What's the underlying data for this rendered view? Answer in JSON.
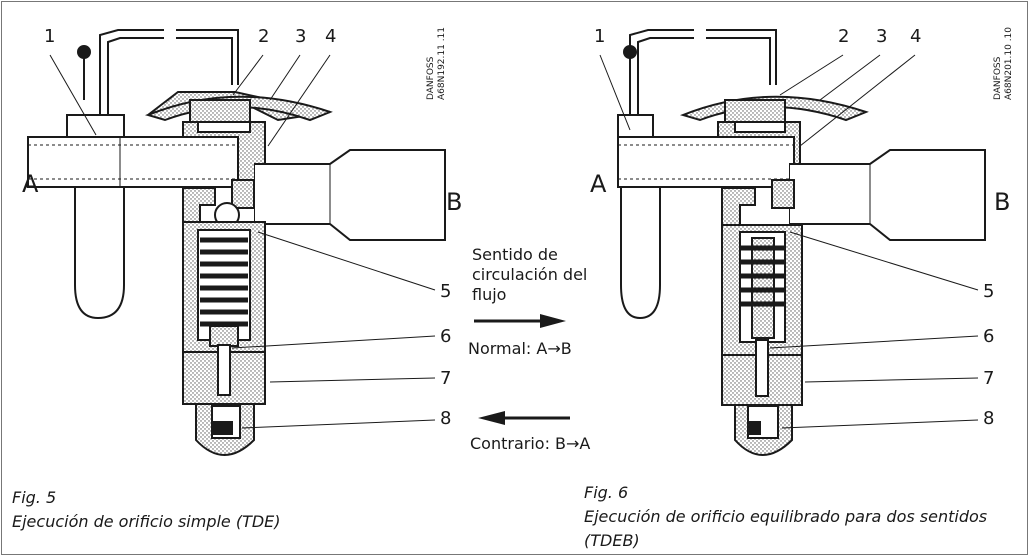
{
  "figure_left": {
    "numbers": [
      "1",
      "2",
      "3",
      "4",
      "5",
      "6",
      "7",
      "8"
    ],
    "port_a": "A",
    "port_b": "B",
    "code_line1": "DANFOSS",
    "code_line2": "A68N192.11 .11",
    "caption_fig": "Fig. 5",
    "caption_title": "Ejecución de orificio simple (TDE)"
  },
  "figure_right": {
    "numbers": [
      "1",
      "2",
      "3",
      "4",
      "5",
      "6",
      "7",
      "8"
    ],
    "port_a": "A",
    "port_b": "B",
    "code_line1": "DANFOSS",
    "code_line2": "A68N201.10 .10",
    "caption_fig": "Fig. 6",
    "caption_title_1": "Ejecución de orificio equilibrado para dos sentidos",
    "caption_title_2": "(TDEB)"
  },
  "flow": {
    "line1": "Sentido de",
    "line2": "circulación del",
    "line3": "flujo",
    "normal": "Normal: A→B",
    "reverse": "Contrario: B→A"
  }
}
